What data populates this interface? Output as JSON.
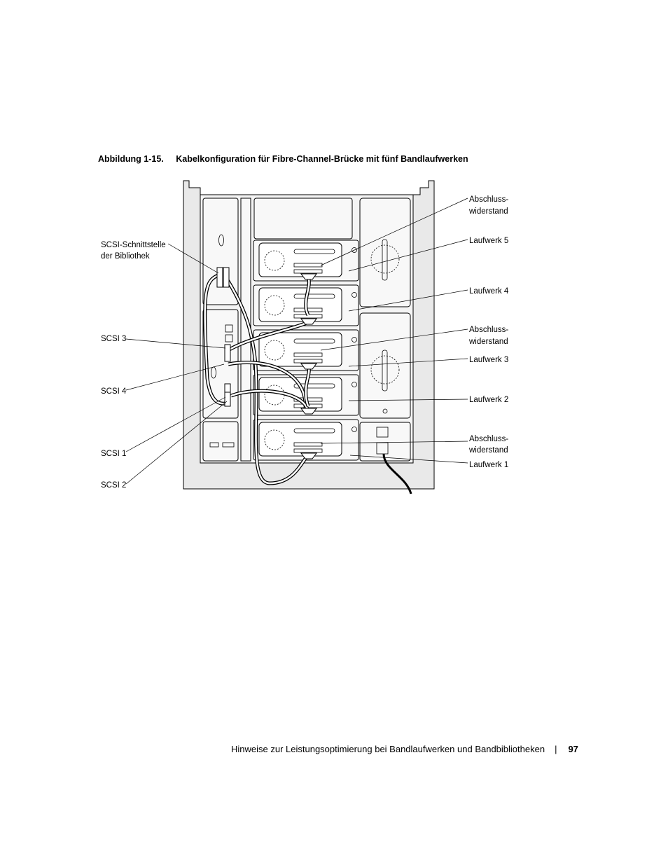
{
  "caption": {
    "number": "Abbildung 1-15.",
    "title": "Kabelkonfiguration für Fibre-Channel-Brücke mit fünf Bandlaufwerken"
  },
  "figure": {
    "labels_left": {
      "scsi_interface_line1": "SCSI-Schnittstelle",
      "scsi_interface_line2": "der Bibliothek",
      "scsi3": "SCSI 3",
      "scsi4": "SCSI 4",
      "scsi1": "SCSI 1",
      "scsi2": "SCSI 2"
    },
    "labels_right": {
      "terminator_a_line1": "Abschluss-",
      "terminator_a_line2": "widerstand",
      "drive5": "Laufwerk 5",
      "drive4": "Laufwerk 4",
      "terminator_b_line1": "Abschluss-",
      "terminator_b_line2": "widerstand",
      "drive3": "Laufwerk 3",
      "drive2": "Laufwerk 2",
      "terminator_c_line1": "Abschluss-",
      "terminator_c_line2": "widerstand",
      "drive1": "Laufwerk 1"
    }
  },
  "footer": {
    "text": "Hinweise zur Leistungsoptimierung bei Bandlaufwerken und Bandbibliotheken",
    "separator": "|",
    "page_number": "97"
  }
}
